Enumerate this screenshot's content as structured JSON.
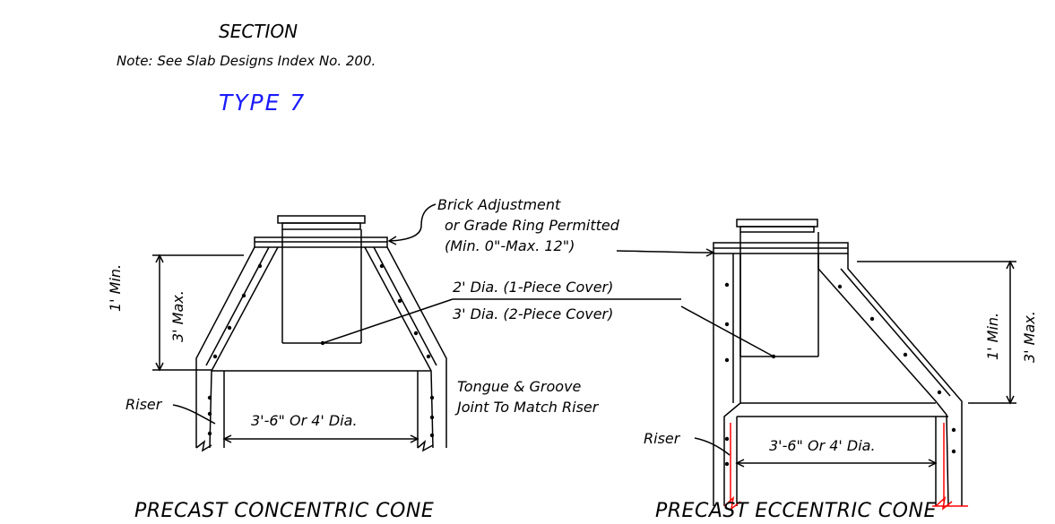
{
  "header": {
    "section": "SECTION",
    "note": "Note: See Slab Designs Index No. 200.",
    "type": "TYPE 7"
  },
  "labels": {
    "brick_line1": "Brick Adjustment",
    "brick_line2": "or Grade Ring Permitted",
    "brick_line3": "(Min. 0\"-Max. 12\")",
    "dia_2": "2' Dia. (1-Piece Cover)",
    "dia_3": "3' Dia. (2-Piece Cover)",
    "tongue_line1": "Tongue & Groove",
    "tongue_line2": "Joint To Match Riser",
    "riser_left": "Riser",
    "riser_right": "Riser",
    "dim_left": "3'-6\" Or 4' Dia.",
    "dim_right": "3'-6\" Or 4' Dia.",
    "min_left": "1' Min.",
    "max_left": "3' Max.",
    "min_right": "1' Min.",
    "max_right": "3' Max.",
    "title_concentric": "PRECAST CONCENTRIC CONE",
    "title_eccentric": "PRECAST ECCENTRIC CONE"
  },
  "colors": {
    "line": "#000000",
    "type_label": "#1a1aff",
    "riser_mark": "#ff0000"
  }
}
